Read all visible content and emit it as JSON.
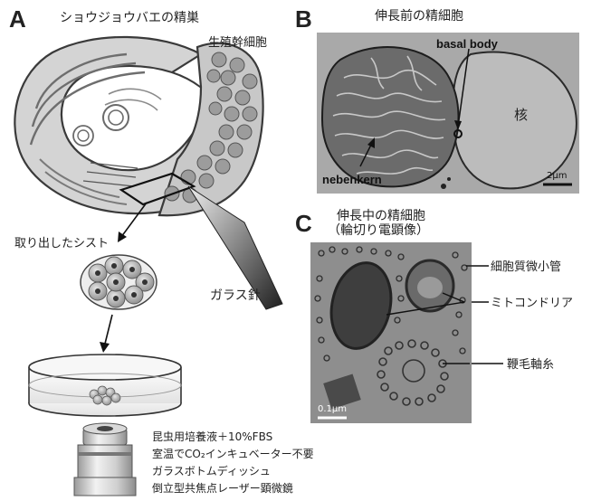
{
  "panel_a": {
    "letter": "A",
    "title": "ショウジョウバエの精巣",
    "label_spermatogonia": "生殖幹細胞",
    "label_cyst": "取り出したシスト",
    "label_needle": "ガラス針",
    "conditions": [
      "昆虫用培養液＋10%FBS",
      "室温でCO₂インキュベーター不要",
      "ガラスボトムディッシュ",
      "倒立型共焦点レーザー顕微鏡"
    ]
  },
  "panel_b": {
    "letter": "B",
    "title": "伸長前の精細胞",
    "label_basal_body": "basal body",
    "label_nucleus": "核",
    "label_nebenkern": "nebenkern",
    "scale": "2μm"
  },
  "panel_c": {
    "letter": "C",
    "title_line1": "伸長中の精細胞",
    "title_line2": "（輪切り電顕像）",
    "label_microtubules": "細胞質微小管",
    "label_mitochondria": "ミトコンドリア",
    "label_axoneme": "鞭毛軸糸",
    "scale": "0.1μm"
  }
}
